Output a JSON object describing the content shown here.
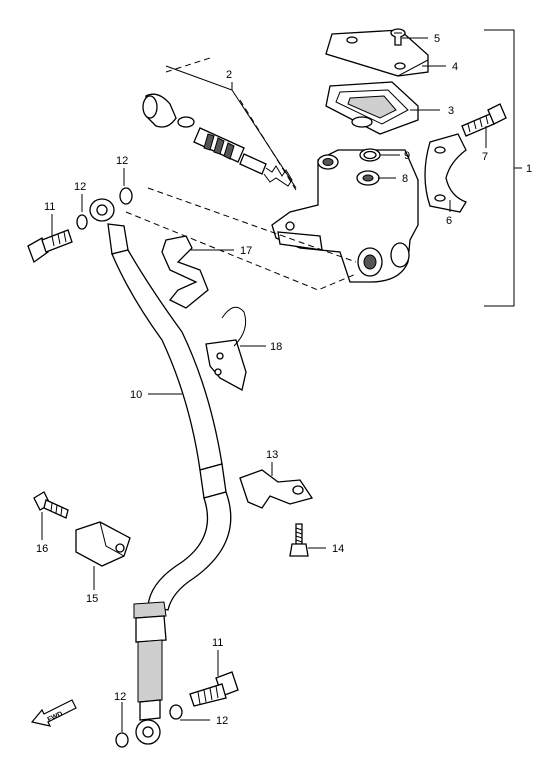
{
  "diagram": {
    "callouts": [
      {
        "id": "c1",
        "label": "1"
      },
      {
        "id": "c2",
        "label": "2"
      },
      {
        "id": "c3",
        "label": "3"
      },
      {
        "id": "c4",
        "label": "4"
      },
      {
        "id": "c5",
        "label": "5"
      },
      {
        "id": "c6",
        "label": "6"
      },
      {
        "id": "c7",
        "label": "7"
      },
      {
        "id": "c8",
        "label": "8"
      },
      {
        "id": "c9",
        "label": "9"
      },
      {
        "id": "c10",
        "label": "10"
      },
      {
        "id": "c11a",
        "label": "11"
      },
      {
        "id": "c11b",
        "label": "11"
      },
      {
        "id": "c12a",
        "label": "12"
      },
      {
        "id": "c12b",
        "label": "12"
      },
      {
        "id": "c12c",
        "label": "12"
      },
      {
        "id": "c12d",
        "label": "12"
      },
      {
        "id": "c13",
        "label": "13"
      },
      {
        "id": "c14",
        "label": "14"
      },
      {
        "id": "c15",
        "label": "15"
      },
      {
        "id": "c16",
        "label": "16"
      },
      {
        "id": "c17",
        "label": "17"
      },
      {
        "id": "c18",
        "label": "18"
      }
    ],
    "direction_marker": "FWD"
  }
}
